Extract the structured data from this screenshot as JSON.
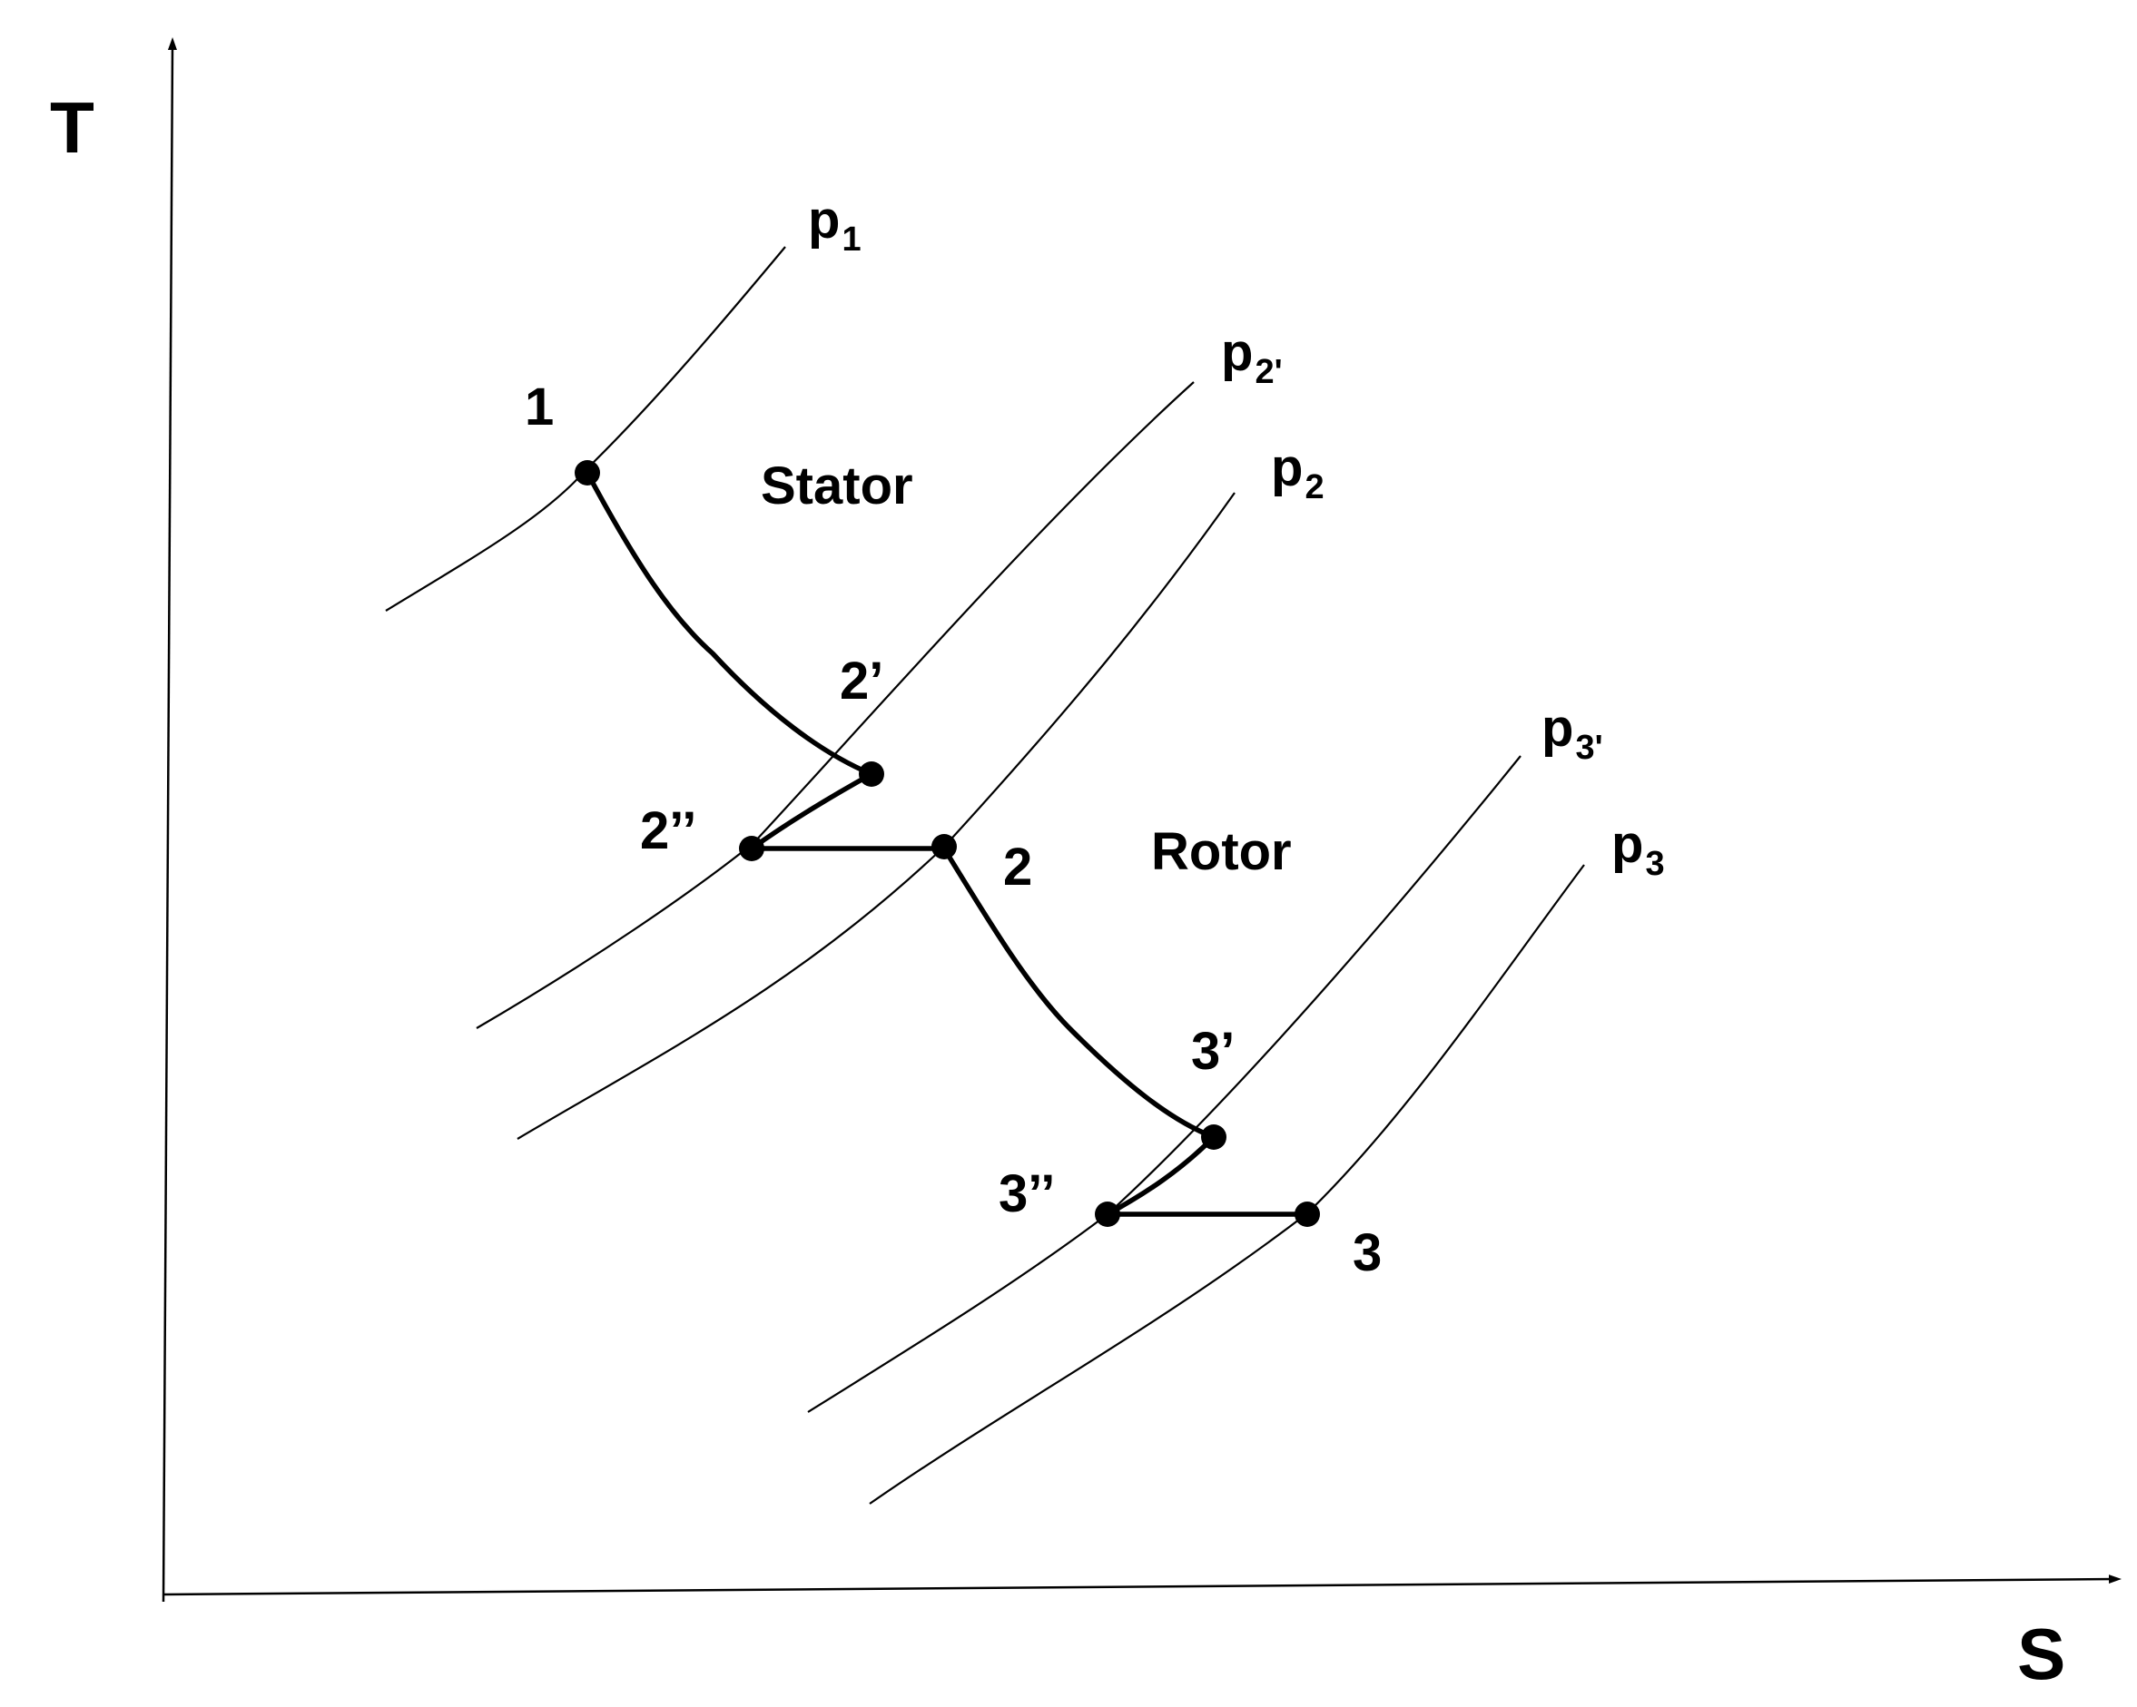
{
  "axes": {
    "y_label": "T",
    "x_label": "S"
  },
  "regions": {
    "stator": "Stator",
    "rotor": "Rotor"
  },
  "isobars": [
    {
      "id": "p1",
      "base": "p",
      "sub": "1"
    },
    {
      "id": "p2prime",
      "base": "p",
      "sub": "2'"
    },
    {
      "id": "p2",
      "base": "p",
      "sub": "2"
    },
    {
      "id": "p3prime",
      "base": "p",
      "sub": "3'"
    },
    {
      "id": "p3",
      "base": "p",
      "sub": "3"
    }
  ],
  "states": [
    {
      "id": "1",
      "label": "1"
    },
    {
      "id": "2prime",
      "label": "2’"
    },
    {
      "id": "2dblprime",
      "label": "2’’"
    },
    {
      "id": "2",
      "label": "2"
    },
    {
      "id": "3prime",
      "label": "3’"
    },
    {
      "id": "3dblprime",
      "label": "3’’"
    },
    {
      "id": "3",
      "label": "3"
    }
  ],
  "colors": {
    "line": "#000000",
    "background": "#ffffff"
  }
}
